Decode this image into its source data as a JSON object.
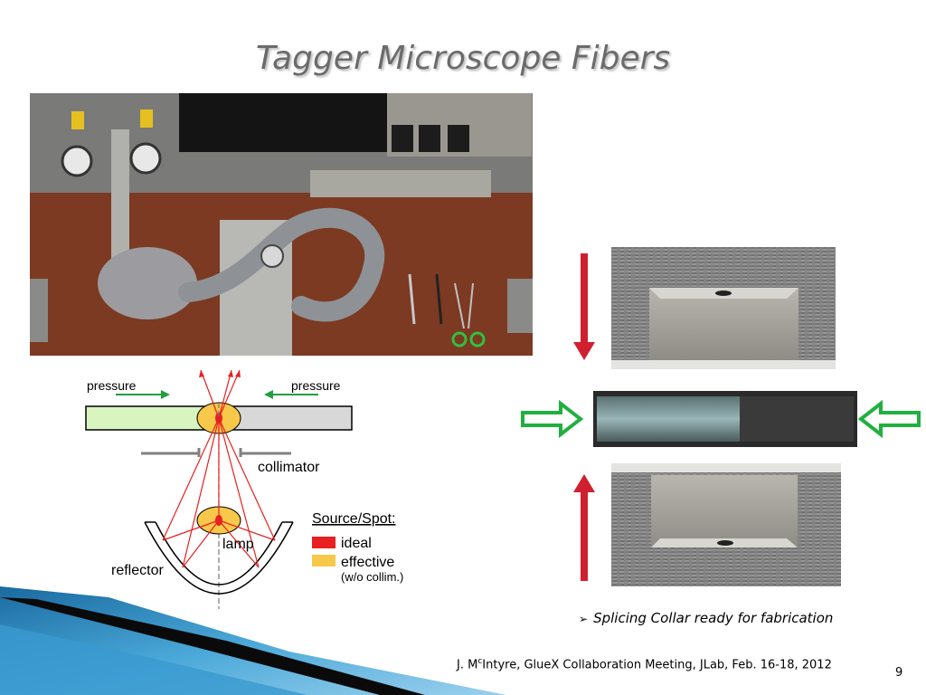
{
  "slide": {
    "title": "Tagger Microscope Fibers",
    "caption_bullet": "➢",
    "caption": "Splicing Collar ready for fabrication",
    "footer_pre": "J. M",
    "footer_sup": "c",
    "footer_post": "Intyre, GlueX Collaboration Meeting, JLab, Feb. 16-18, 2012",
    "page_number": "9"
  },
  "diagram": {
    "pressure_left": "pressure",
    "pressure_right": "pressure",
    "collimator": "collimator",
    "lamp": "lamp",
    "reflector": "reflector",
    "legend_title": "Source/Spot:",
    "legend_ideal": "ideal",
    "legend_effective": "effective",
    "legend_note": "(w/o collim.)"
  },
  "colors": {
    "fiber_green": "#d8f5c0",
    "fiber_gray": "#d8d8d8",
    "spot_yellow": "#f7c84a",
    "ideal_red": "#e82020",
    "arrow_green": "#20a040",
    "arrow_red": "#d02030"
  }
}
